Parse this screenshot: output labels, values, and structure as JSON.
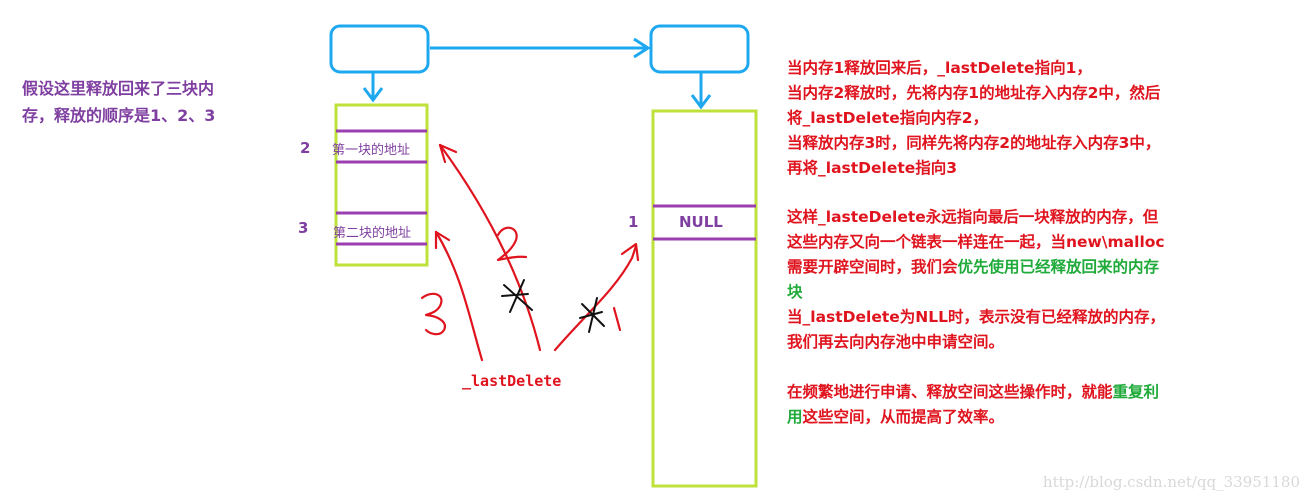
{
  "left_note": {
    "line1": "假设这里释放回来了三块内",
    "line2": "存，释放的顺序是1、2、3"
  },
  "left_block": {
    "index_2": "2",
    "index_3": "3",
    "slot_1_label": "第一块的地址",
    "slot_2_label": "第二块的地址"
  },
  "right_block": {
    "index_1": "1",
    "slot_label": "NULL"
  },
  "pointer_label": "_lastDelete",
  "arrow_numbers": {
    "a1": "1",
    "a2": "2",
    "a3": "3"
  },
  "notes": {
    "p1": [
      "当内存1释放回来后，_lastDelete指向1，",
      "当内存2释放时，先将内存1的地址存入内存2中，然后",
      "将_lastDelete指向内存2，",
      "当释放内存3时，同样先将内存2的地址存入内存3中，",
      "再将_lastDelete指向3"
    ],
    "p2": {
      "l1": "这样_lasteDelete永远指向最后一块释放的内存，但",
      "l2": "这些内存又向一个链表一样连在一起，当new\\malloc",
      "l3a": "需要开辟空间时，我们会",
      "l3b": "优先使用已经释放回来的内存",
      "l4": "块"
    },
    "p3": [
      "当_lastDelete为NLL时，表示没有已经释放的内存，",
      "我们再去向内存池中申请空间。"
    ],
    "p4": {
      "l1a": "在频繁地进行申请、释放空间这些操作时，就能",
      "l1b": "重复利",
      "l2a": "用",
      "l2b": "这些空间，从而提高了效率。"
    }
  },
  "watermark": "http://blog.csdn.net/qq_33951180",
  "colors": {
    "purple": "#7f3fa0",
    "red": "#e0141e",
    "green": "#1faa3a",
    "lime_border": "#bfe23a",
    "blue": "#1ea8f0",
    "block_line": "#9b3fb0"
  }
}
